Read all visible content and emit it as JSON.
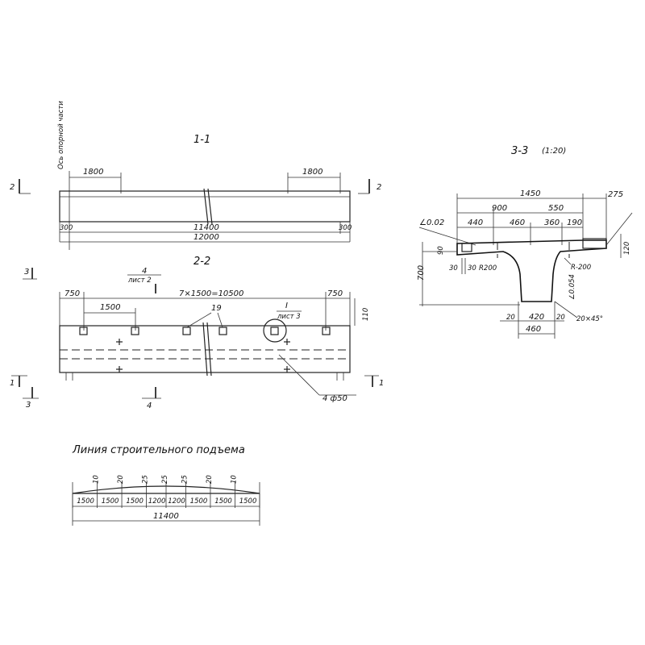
{
  "section_1_1": {
    "title": "1-1",
    "support_axis_label": "Ось опорной части",
    "left_dim": "1800",
    "right_dim": "1800",
    "end_left": "300",
    "end_right": "300",
    "span": "11400",
    "overall": "12000",
    "cut_left": "2",
    "cut_right": "2"
  },
  "section_2_2": {
    "title": "2-2",
    "ref_num": "4",
    "ref_sheet": "лист 2",
    "edge_left": "750",
    "edge_right": "750",
    "pitch": "1500",
    "pitch_total": "7×1500=10500",
    "part_no": "19",
    "detail_no": "I",
    "detail_sheet": "лист 3",
    "height_dim": "110",
    "holes": "4 ф50",
    "cut_1_left": "1",
    "cut_1_right": "1",
    "cut_3_top": "3",
    "cut_3_bottom": "3",
    "cut_4_bottom": "4"
  },
  "section_3_3": {
    "title": "3-3",
    "scale": "(1:20)",
    "d1450": "1450",
    "d275": "275",
    "d900": "900",
    "d550": "550",
    "d440": "440",
    "d460a": "460",
    "d360": "360",
    "d190": "190",
    "slope_left": "∠0.02",
    "d90": "90",
    "d700": "700",
    "d30a": "30",
    "d30b": "30",
    "r200a": "R200",
    "r200b": "R-200",
    "d120": "120",
    "slope_web": "∠0.054",
    "d20a": "20",
    "d420": "420",
    "d20b": "20",
    "chamfer": "20×45°",
    "d460b": "460"
  },
  "camber": {
    "title": "Линия строительного подъема",
    "ordinates": [
      "10",
      "20",
      "25",
      "25",
      "25",
      "20",
      "10"
    ],
    "segments": [
      "1500",
      "1500",
      "1500",
      "1200",
      "1200",
      "1500",
      "1500",
      "1500"
    ],
    "total": "11400"
  }
}
